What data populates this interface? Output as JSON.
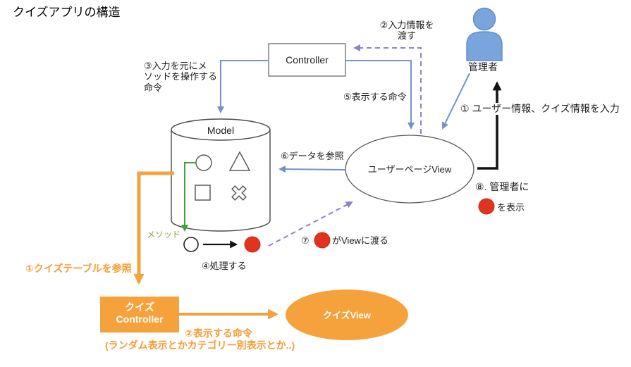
{
  "title": "クイズアプリの構造",
  "colors": {
    "blue": "#7193c8",
    "purple": "#8e80c8",
    "green": "#3fa33c",
    "orange": "#f5a13c",
    "red": "#e0341f",
    "person_blue": "#7aa4dc",
    "black": "#141414"
  },
  "nodes": {
    "controller": "Controller",
    "model": "Model",
    "user_view": "ユーザーページView",
    "admin": "管理者",
    "quiz_controller": "クイズ\nController",
    "quiz_view": "クイズView"
  },
  "labels": {
    "step1": "①  ユーザー情報、クイズ情報を入力",
    "step2": "②入力情報を\n渡す",
    "step3": "③入力を元にメ\nソッドを操作する\n命令",
    "step4": "④処理する",
    "step5": "⑤表示する命令",
    "step6": "⑥データを参照",
    "step7_prefix": "⑦",
    "step7_suffix": "がViewに渡る",
    "step8_line1": "⑧.  管理者に",
    "step8_line2": "を表示",
    "method": "メソッド",
    "quiz_step1": "①クイズテーブルを参照",
    "quiz_step2_line1": "②表示する命令",
    "quiz_step2_line2": "(ランダム表示とかカテゴリー別表示とか..)"
  }
}
